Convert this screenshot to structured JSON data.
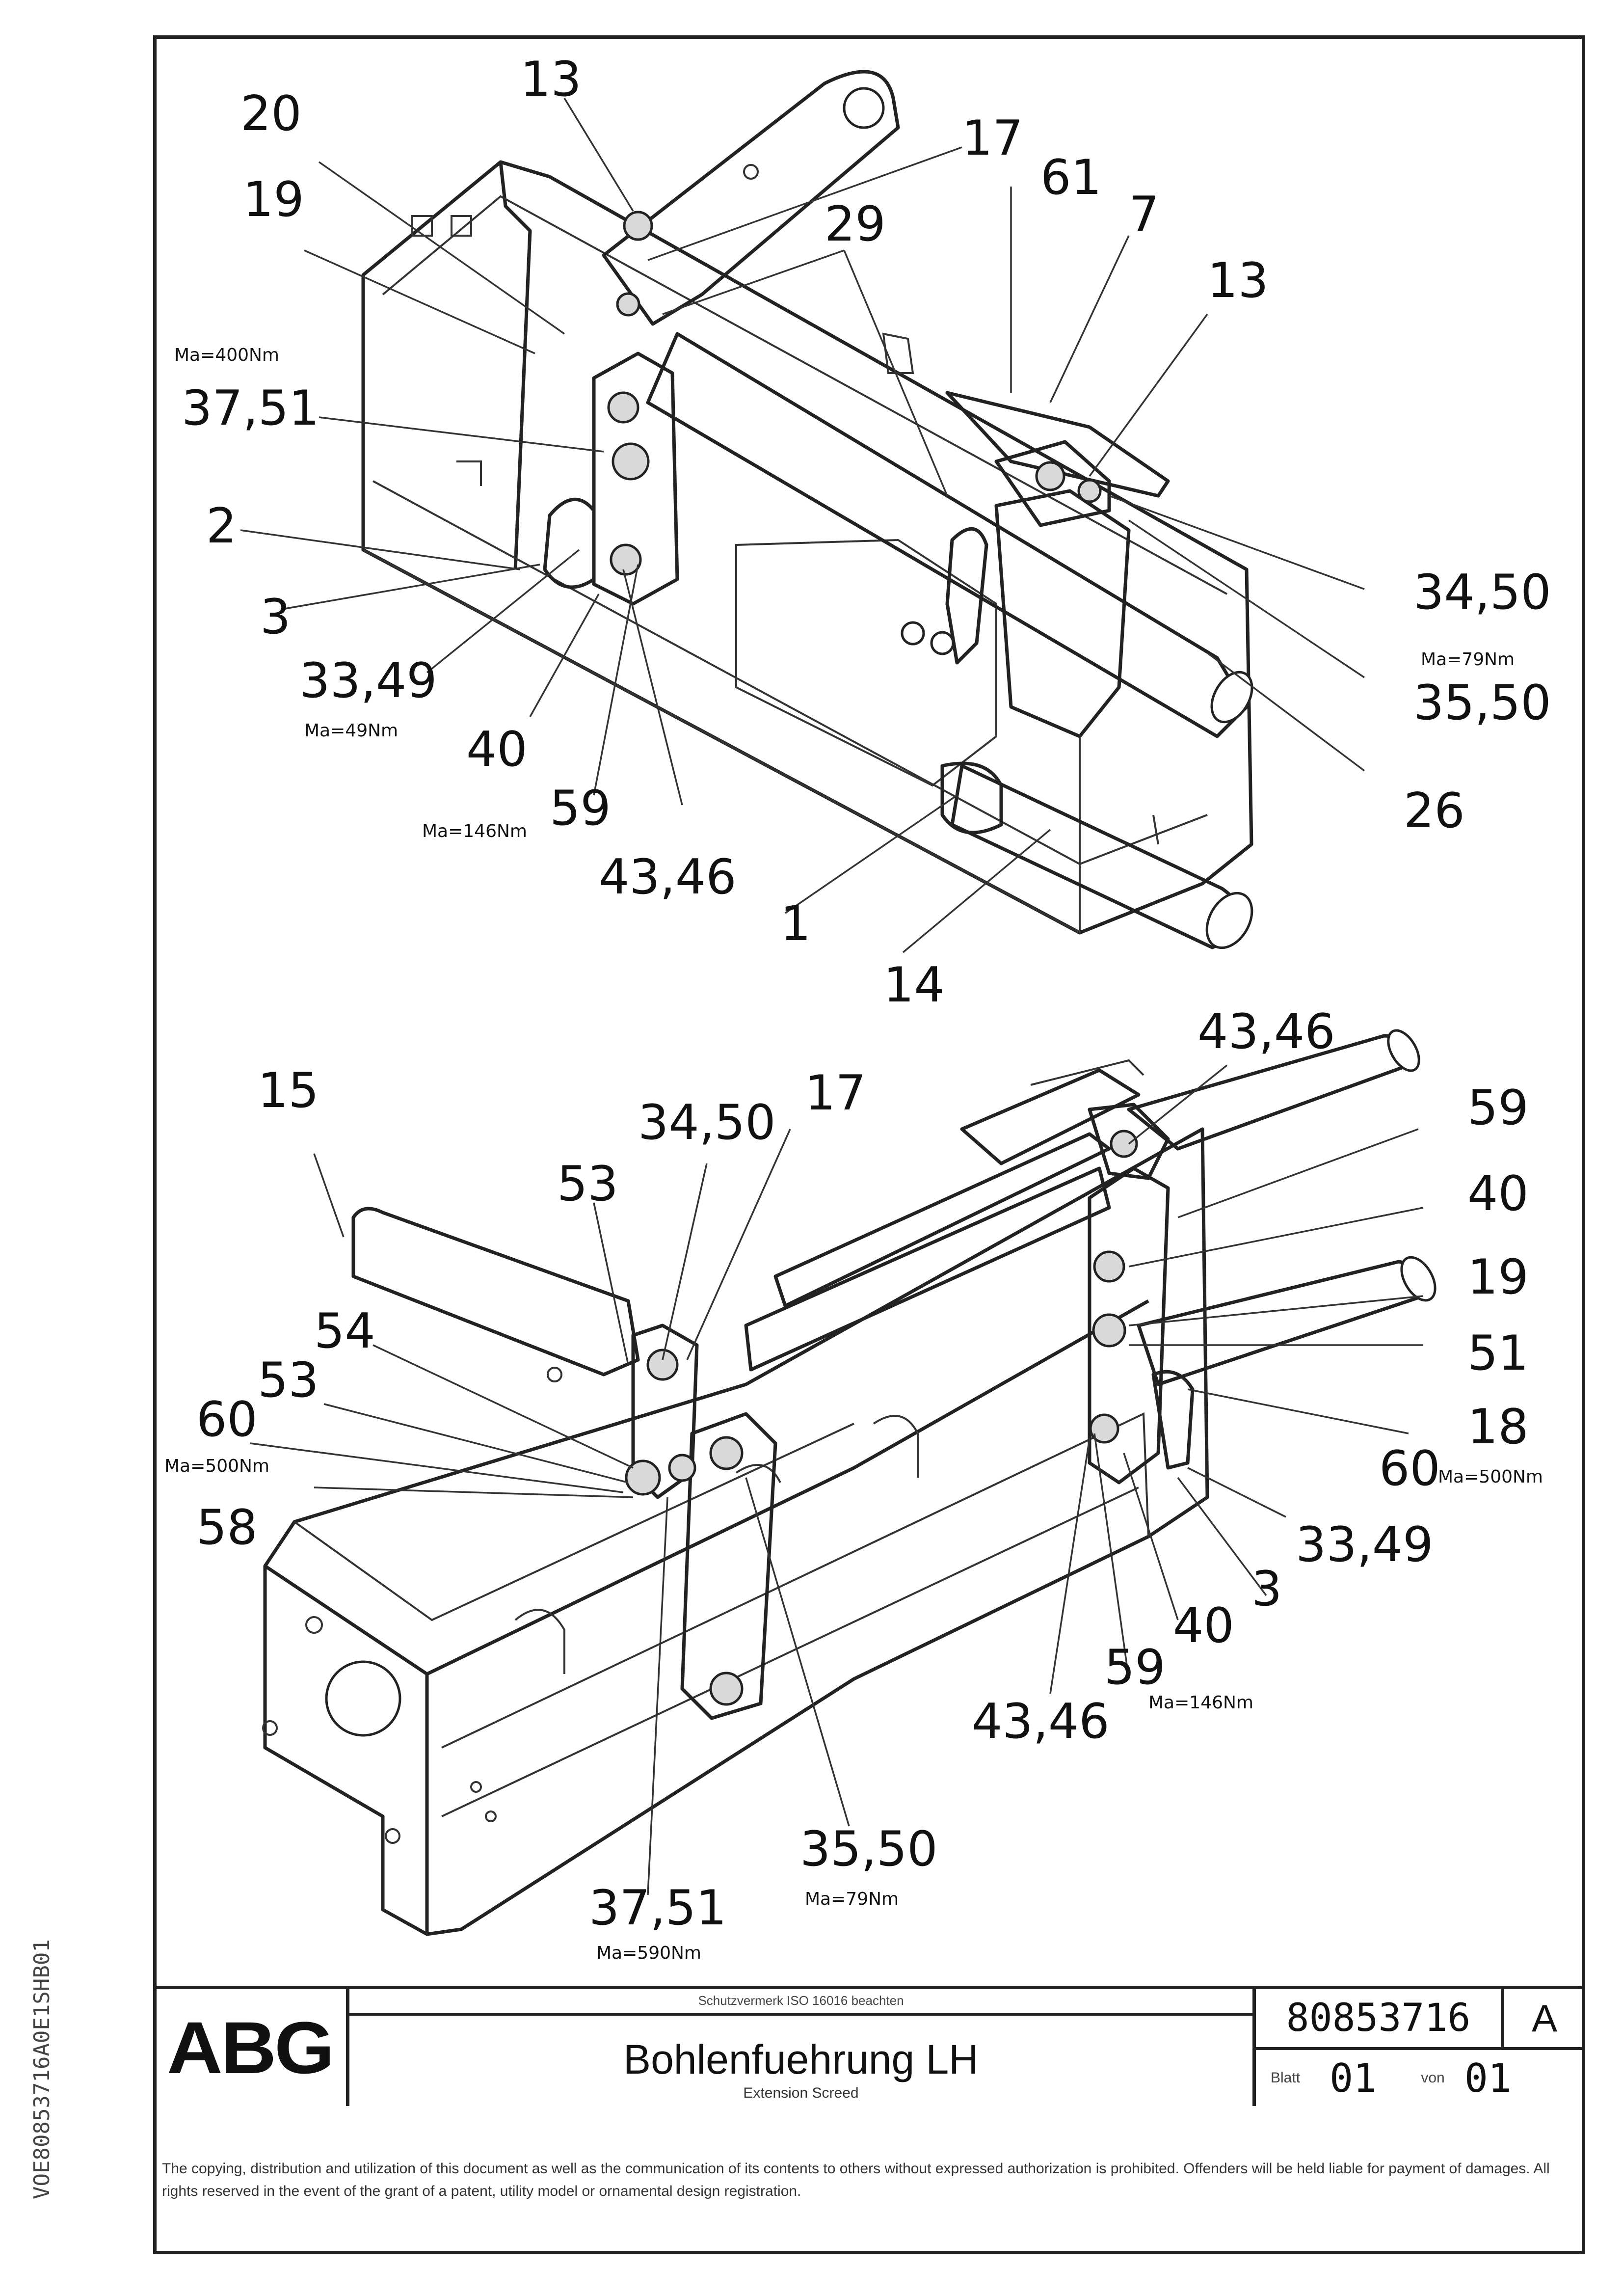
{
  "top_view": {
    "callouts": [
      "13",
      "20",
      "19",
      "17",
      "61",
      "29",
      "7",
      "13",
      "37,51",
      "2",
      "3",
      "33,49",
      "40",
      "59",
      "43,46",
      "1",
      "14",
      "34,50",
      "35,50",
      "26"
    ],
    "torques": [
      "Ma=400Nm",
      "Ma=49Nm",
      "Ma=146Nm",
      "Ma=79Nm"
    ]
  },
  "bottom_view": {
    "callouts": [
      "43,46",
      "15",
      "34,50",
      "17",
      "59",
      "53",
      "40",
      "54",
      "19",
      "53",
      "51",
      "60",
      "18",
      "60",
      "58",
      "33,49",
      "3",
      "40",
      "59",
      "43,46",
      "35,50",
      "37,51"
    ],
    "torques": [
      "Ma=500Nm",
      "Ma=500Nm",
      "Ma=146Nm",
      "Ma=79Nm",
      "Ma=590Nm"
    ]
  },
  "title_block": {
    "logo": "ABG",
    "subheader": "Schutzvermerk ISO 16016 beachten",
    "title": "Bohlenfuehrung LH",
    "subtitle": "Extension Screed",
    "doc_number": "80853716",
    "revision": "A",
    "sheet_label": "Blatt",
    "sheet_value": "01",
    "of_label": "von",
    "sheets_total": "01"
  },
  "disclaimer": "The copying, distribution and utilization of this document as well as the communication of its contents to others without expressed authorization is prohibited. Offenders will be held liable for payment of damages. All rights reserved in the event of the grant of a patent, utility model or ornamental design registration.",
  "side_code": "VOE80853716A0E1SHB01"
}
